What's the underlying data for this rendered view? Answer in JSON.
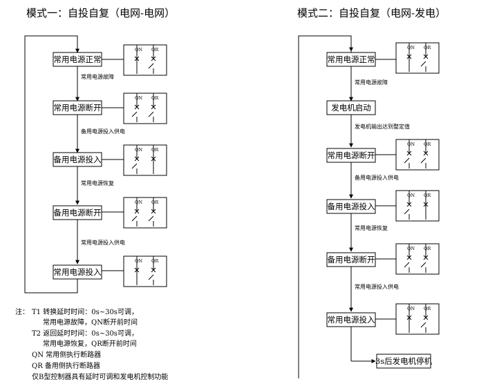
{
  "left": {
    "title": "模式一：自投自复（电网-电网）",
    "states": [
      {
        "label": "常用电源正常",
        "qn": "closed",
        "qr": "open"
      },
      {
        "label": "常用电源断开",
        "qn": "open",
        "qr": "open"
      },
      {
        "label": "备用电源投入",
        "qn": "open",
        "qr": "closed"
      },
      {
        "label": "备用电源断开",
        "qn": "open",
        "qr": "open"
      },
      {
        "label": "常用电源投入",
        "qn": "closed",
        "qr": "open"
      }
    ],
    "transitions": [
      "常用电源故障",
      "备用电源投入供电",
      "常用电源恢复",
      "常用电源投入供电"
    ]
  },
  "right": {
    "title": "模式二：自投自复（电网-发电）",
    "gen_start": "发电机启动",
    "gen_transition": "发电机输出达到整定值",
    "fault_transition": "常用电源故障",
    "states": [
      {
        "label": "常用电源正常",
        "qn": "closed",
        "qr": "open"
      },
      {
        "label": "常用电源断开",
        "qn": "open",
        "qr": "open"
      },
      {
        "label": "备用电源投入",
        "qn": "open",
        "qr": "closed"
      },
      {
        "label": "备用电源断开",
        "qn": "open",
        "qr": "open"
      },
      {
        "label": "常用电源投入",
        "qn": "closed",
        "qr": "open"
      }
    ],
    "transitions": [
      "备用电源投入供电",
      "常用电源恢复",
      "常用电源投入供电"
    ],
    "stop_box": "3s后发电机停机"
  },
  "switch": {
    "qn": "QN",
    "qr": "QR"
  },
  "notes": {
    "prefix": "注：",
    "lines": [
      "T1 转换延时时间：0s~30s可调，",
      "常用电源故障，QN断开前时间",
      "T2 返回延时时间：0s~30s可调，",
      "常用电源恢复，QR断开前时间",
      "QN 常用侧执行断路器",
      "QR 备用侧执行断路器",
      "仅B型控制器具有延时可调和发电机控制功能"
    ]
  }
}
